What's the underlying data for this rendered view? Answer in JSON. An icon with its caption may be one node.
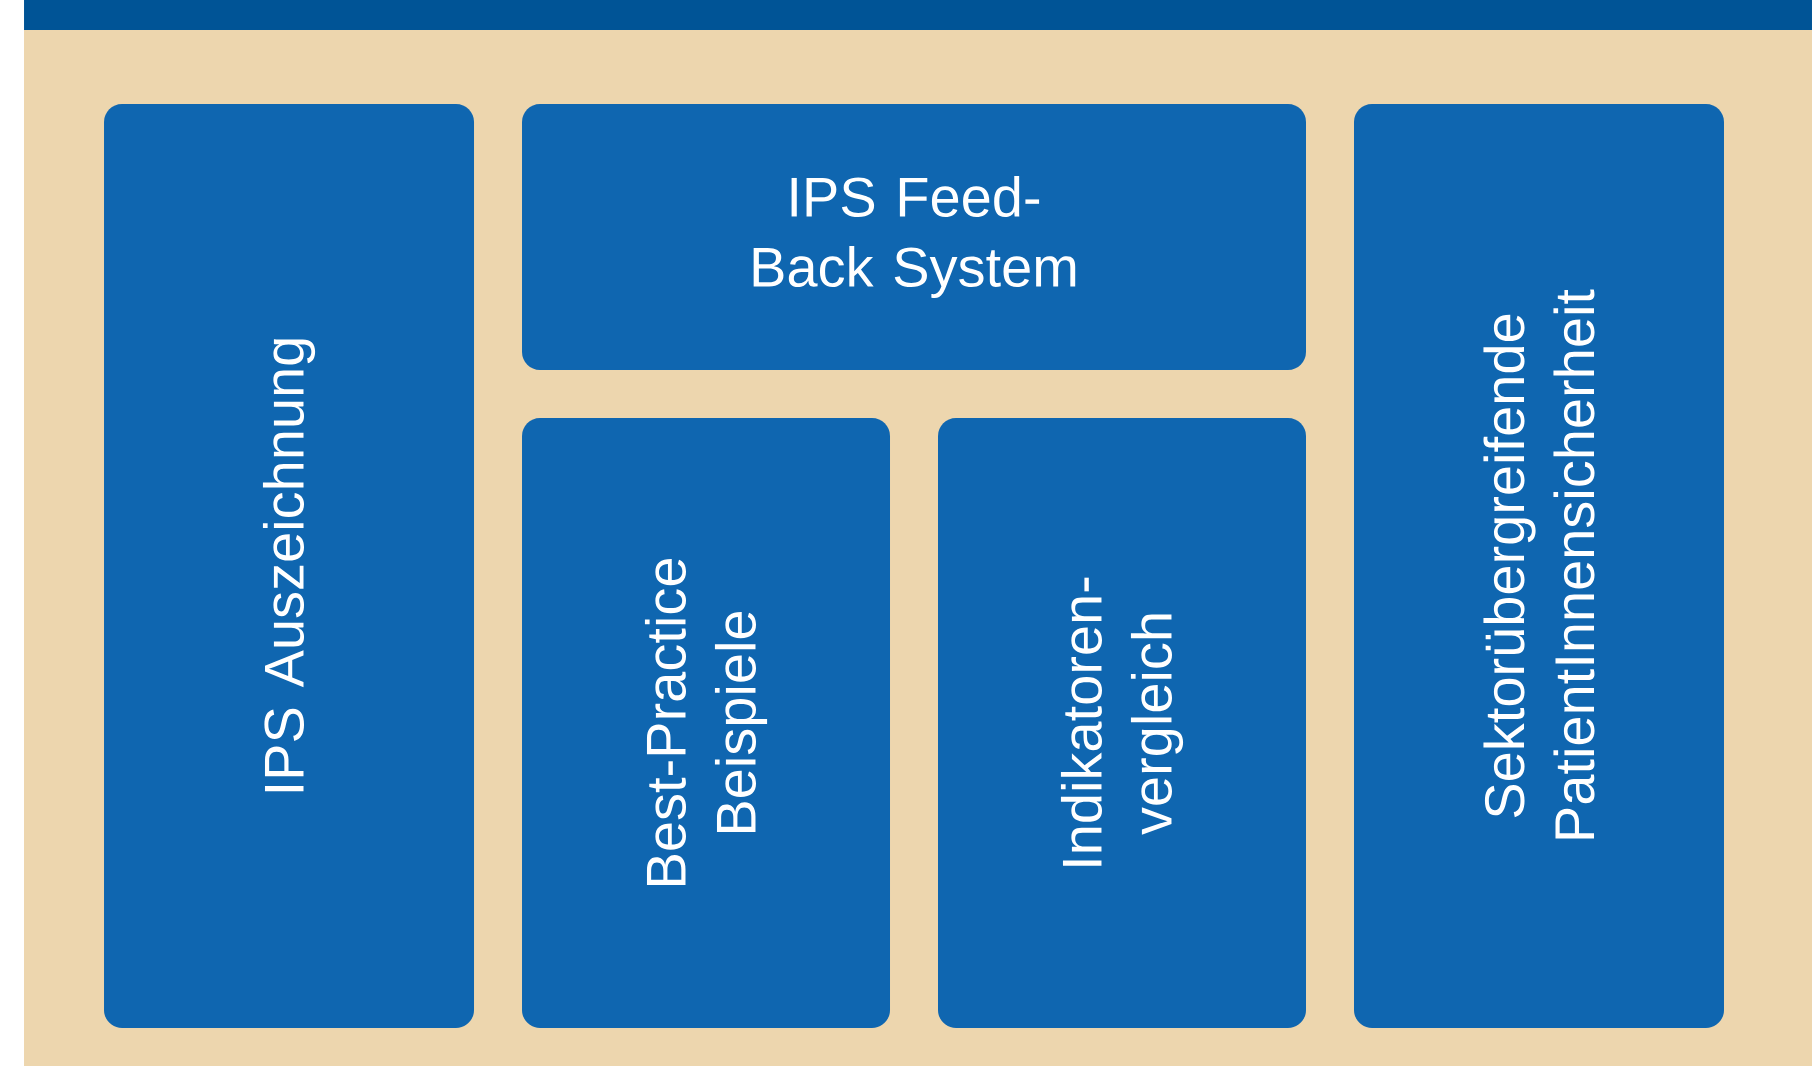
{
  "diagram": {
    "nodes": [
      {
        "text": [
          "IPS Auszeichnung"
        ]
      },
      {
        "text": [
          "IPS Feed-Back System"
        ]
      },
      {
        "text": [
          "Best-Practice Beispiele"
        ]
      },
      {
        "text": [
          "Indikatoren- vergleich"
        ]
      },
      {
        "text": [
          "Sektorübergreifende PatientInnensicherheit"
        ]
      }
    ]
  }
}
